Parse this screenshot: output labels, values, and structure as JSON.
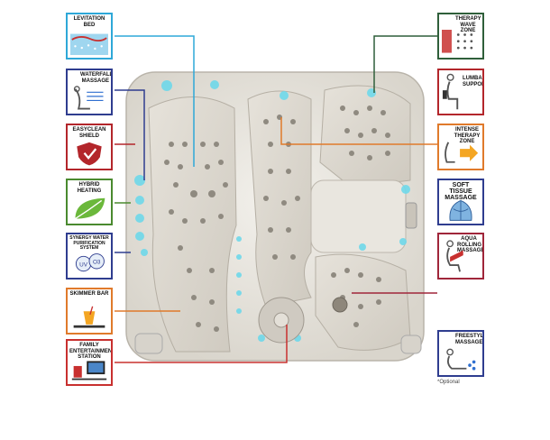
{
  "features_left": [
    {
      "key": "levitation",
      "label": "LEVITATION BED",
      "color": "#2ea8d8"
    },
    {
      "key": "waterfall",
      "label": "WATERFALL MASSAGE",
      "color": "#2f3d8f"
    },
    {
      "key": "easyclean",
      "label": "EASYCLEAN SHIELD",
      "color": "#b3262b"
    },
    {
      "key": "hybrid",
      "label": "HYBRID HEATING",
      "color": "#4a8a2f"
    },
    {
      "key": "synergy",
      "label": "SYNERGY WATER PURIFICATION SYSTEM",
      "color": "#2f3d8f"
    },
    {
      "key": "skimmer",
      "label": "SKIMMER BAR",
      "color": "#e07a2b"
    },
    {
      "key": "family",
      "label": "FAMILY ENTERTAINMENT STATION",
      "color": "#c8302f"
    }
  ],
  "features_right": [
    {
      "key": "wavezone",
      "label": "THERAPY WAVE ZONE",
      "color": "#2f5f3a"
    },
    {
      "key": "lumbar",
      "label": "LUMBAR SUPPORT",
      "color": "#b3262b"
    },
    {
      "key": "intense",
      "label": "INTENSE THERAPY ZONE",
      "color": "#e07a2b"
    },
    {
      "key": "softtissue",
      "label": "SOFT TISSUE MASSAGE",
      "color": "#2f3d8f"
    },
    {
      "key": "aqua",
      "label": "AQUA ROLLING MASSAGE",
      "color": "#a0263a"
    },
    {
      "key": "freestyle",
      "label": "FREESTYLE MASSAGE",
      "color": "#2f3d8f"
    }
  ],
  "synergy_badges": [
    "UV",
    "O3"
  ],
  "footnote": "*Optional"
}
